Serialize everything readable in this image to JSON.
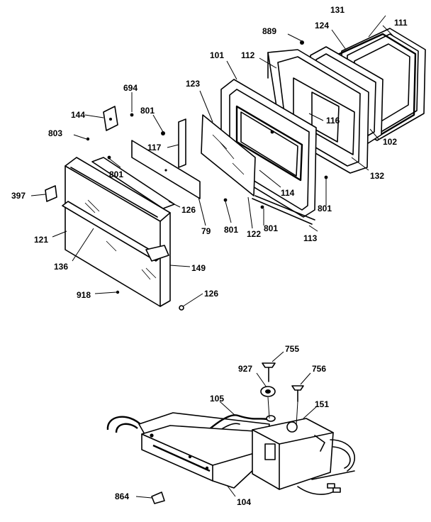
{
  "door_assembly": {
    "labels": {
      "p131": "131",
      "p111": "111",
      "p124": "124",
      "p889": "889",
      "p112": "112",
      "p101": "101",
      "p694": "694",
      "p123": "123",
      "p801a": "801",
      "p144": "144",
      "p116": "116",
      "p117": "117",
      "p102": "102",
      "p803": "803",
      "p801b": "801",
      "p132": "132",
      "p114": "114",
      "p801c": "801",
      "p397": "397",
      "p126a": "126",
      "p79": "79",
      "p801d": "801",
      "p122": "122",
      "p801e": "801",
      "p113": "113",
      "p121": "121",
      "p136": "136",
      "p149": "149",
      "p918": "918",
      "p126b": "126"
    }
  },
  "hinge_assembly": {
    "labels": {
      "p755": "755",
      "p927": "927",
      "p756": "756",
      "p105": "105",
      "p151": "151",
      "p864": "864",
      "p104": "104"
    }
  }
}
